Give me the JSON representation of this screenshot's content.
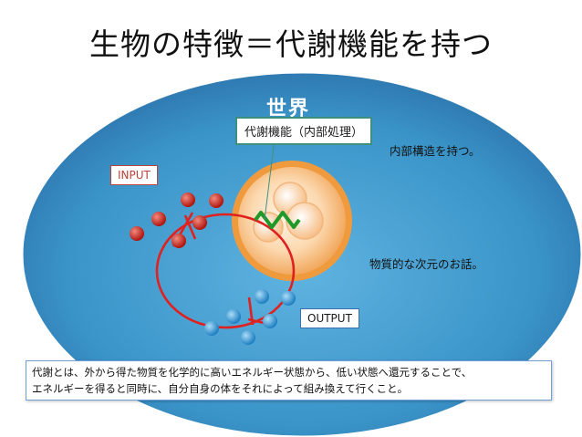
{
  "title": "生物の特徴＝代謝機能を持つ",
  "labels": {
    "world": "世界",
    "metabolism": "代謝機能（内部処理）",
    "internal_structure": "内部構造を持つ。",
    "material": "物質的な次元のお話。",
    "input": "INPUT",
    "output": "OUTPUT"
  },
  "note": {
    "line1": "代謝とは、外から得た物質を化学的に高いエネルギー状態から、低い状態へ還元することで、",
    "line2": "エネルギーを得ると同時に、自分自身の体をそれによって組み換えて行くこと。"
  },
  "colors": {
    "world_ellipse": "#3a94c8",
    "cell_orange": "#f4a85c",
    "input_molecule": "#c7201d",
    "output_molecule": "#2e8fd0",
    "cycle_arrow": "#e0211f",
    "wave": "#1f9a2a"
  }
}
